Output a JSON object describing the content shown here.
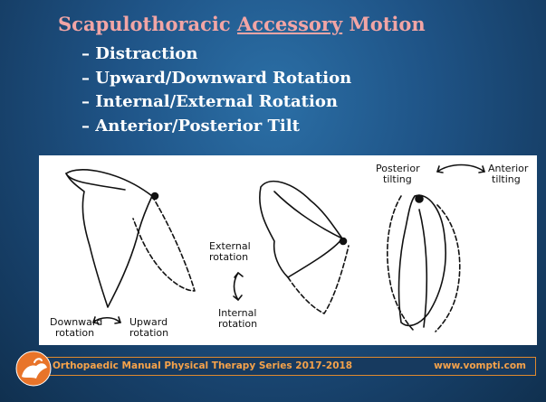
{
  "title": {
    "part1": "Scapulothoracic ",
    "part2": "Accessory",
    "part3": " Motion"
  },
  "bullets": [
    "– Distraction",
    "– Upward/Downward Rotation",
    "– Internal/External Rotation",
    "– Anterior/Posterior Tilt"
  ],
  "figure": {
    "downward_line1": "Downward",
    "downward_line2": "rotation",
    "upward_line1": "Upward",
    "upward_line2": "rotation",
    "external_line1": "External",
    "external_line2": "rotation",
    "internal_line1": "Internal",
    "internal_line2": "rotation",
    "posterior_line1": "Posterior",
    "posterior_line2": "tilting",
    "anterior_line1": "Anterior",
    "anterior_line2": "tilting"
  },
  "footer": {
    "series": "Orthopaedic Manual Physical Therapy Series 2017-2018",
    "url": "www.vompti.com"
  },
  "colors": {
    "title": "#f2a5a5",
    "footer_text": "#f5a24a",
    "footer_border": "#e08a2e",
    "background": "#1f5487"
  }
}
